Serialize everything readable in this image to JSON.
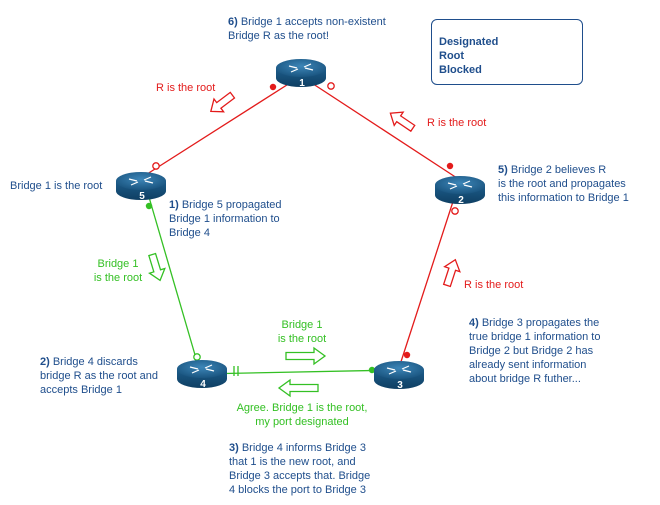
{
  "legend": {
    "designated": "Designated",
    "root": "Root",
    "blocked": "Blocked"
  },
  "bridges": {
    "b1": "1",
    "b2": "2",
    "b3": "3",
    "b4": "4",
    "b5": "5"
  },
  "labels": {
    "r_root_left": "R is the root",
    "r_root_right": "R is the root",
    "r_root_lower": "R is the root",
    "bridge1_root_left": "Bridge 1 is the root",
    "green_b1_root_line1": "Bridge 1",
    "green_b1_root_line2": "is the root",
    "green_b1_root_center_line1": "Bridge 1",
    "green_b1_root_center_line2": "is the root",
    "green_agree_line1": "Agree. Bridge 1 is the root,",
    "green_agree_line2": "my port designated"
  },
  "notes": {
    "n6_num": "6)",
    "n6_text_line1": " Bridge 1 accepts non-existent",
    "n6_text_line2": "Bridge R as the root!",
    "n5_num": "5)",
    "n5_text_line1": " Bridge 2 believes R",
    "n5_text_line2": "is the root and propagates",
    "n5_text_line3": "this information to Bridge 1",
    "n1_num": "1)",
    "n1_text_line1": " Bridge 5 propagated",
    "n1_text_line2": "Bridge 1 information to",
    "n1_text_line3": "Bridge 4",
    "n4_num": "4)",
    "n4_text_line1": " Bridge 3 propagates the",
    "n4_text_line2": "true bridge 1 information to",
    "n4_text_line3": "Bridge 2 but Bridge 2 has",
    "n4_text_line4": "already sent information",
    "n4_text_line5": "about bridge R futher...",
    "n2_num": "2)",
    "n2_text_line1": " Bridge 4 discards",
    "n2_text_line2": "bridge R as the root and",
    "n2_text_line3": "accepts Bridge 1",
    "n3_num": "3)",
    "n3_text_line1": " Bridge 4 informs Bridge 3",
    "n3_text_line2": "that 1 is the new root, and",
    "n3_text_line3": "Bridge 3 accepts that. Bridge",
    "n3_text_line4": "4 blocks the port to Bridge 3"
  },
  "colors": {
    "red": "#e31b1b",
    "green": "#34c024",
    "navy": "#1f4e8c",
    "router": "#1d5a86"
  }
}
